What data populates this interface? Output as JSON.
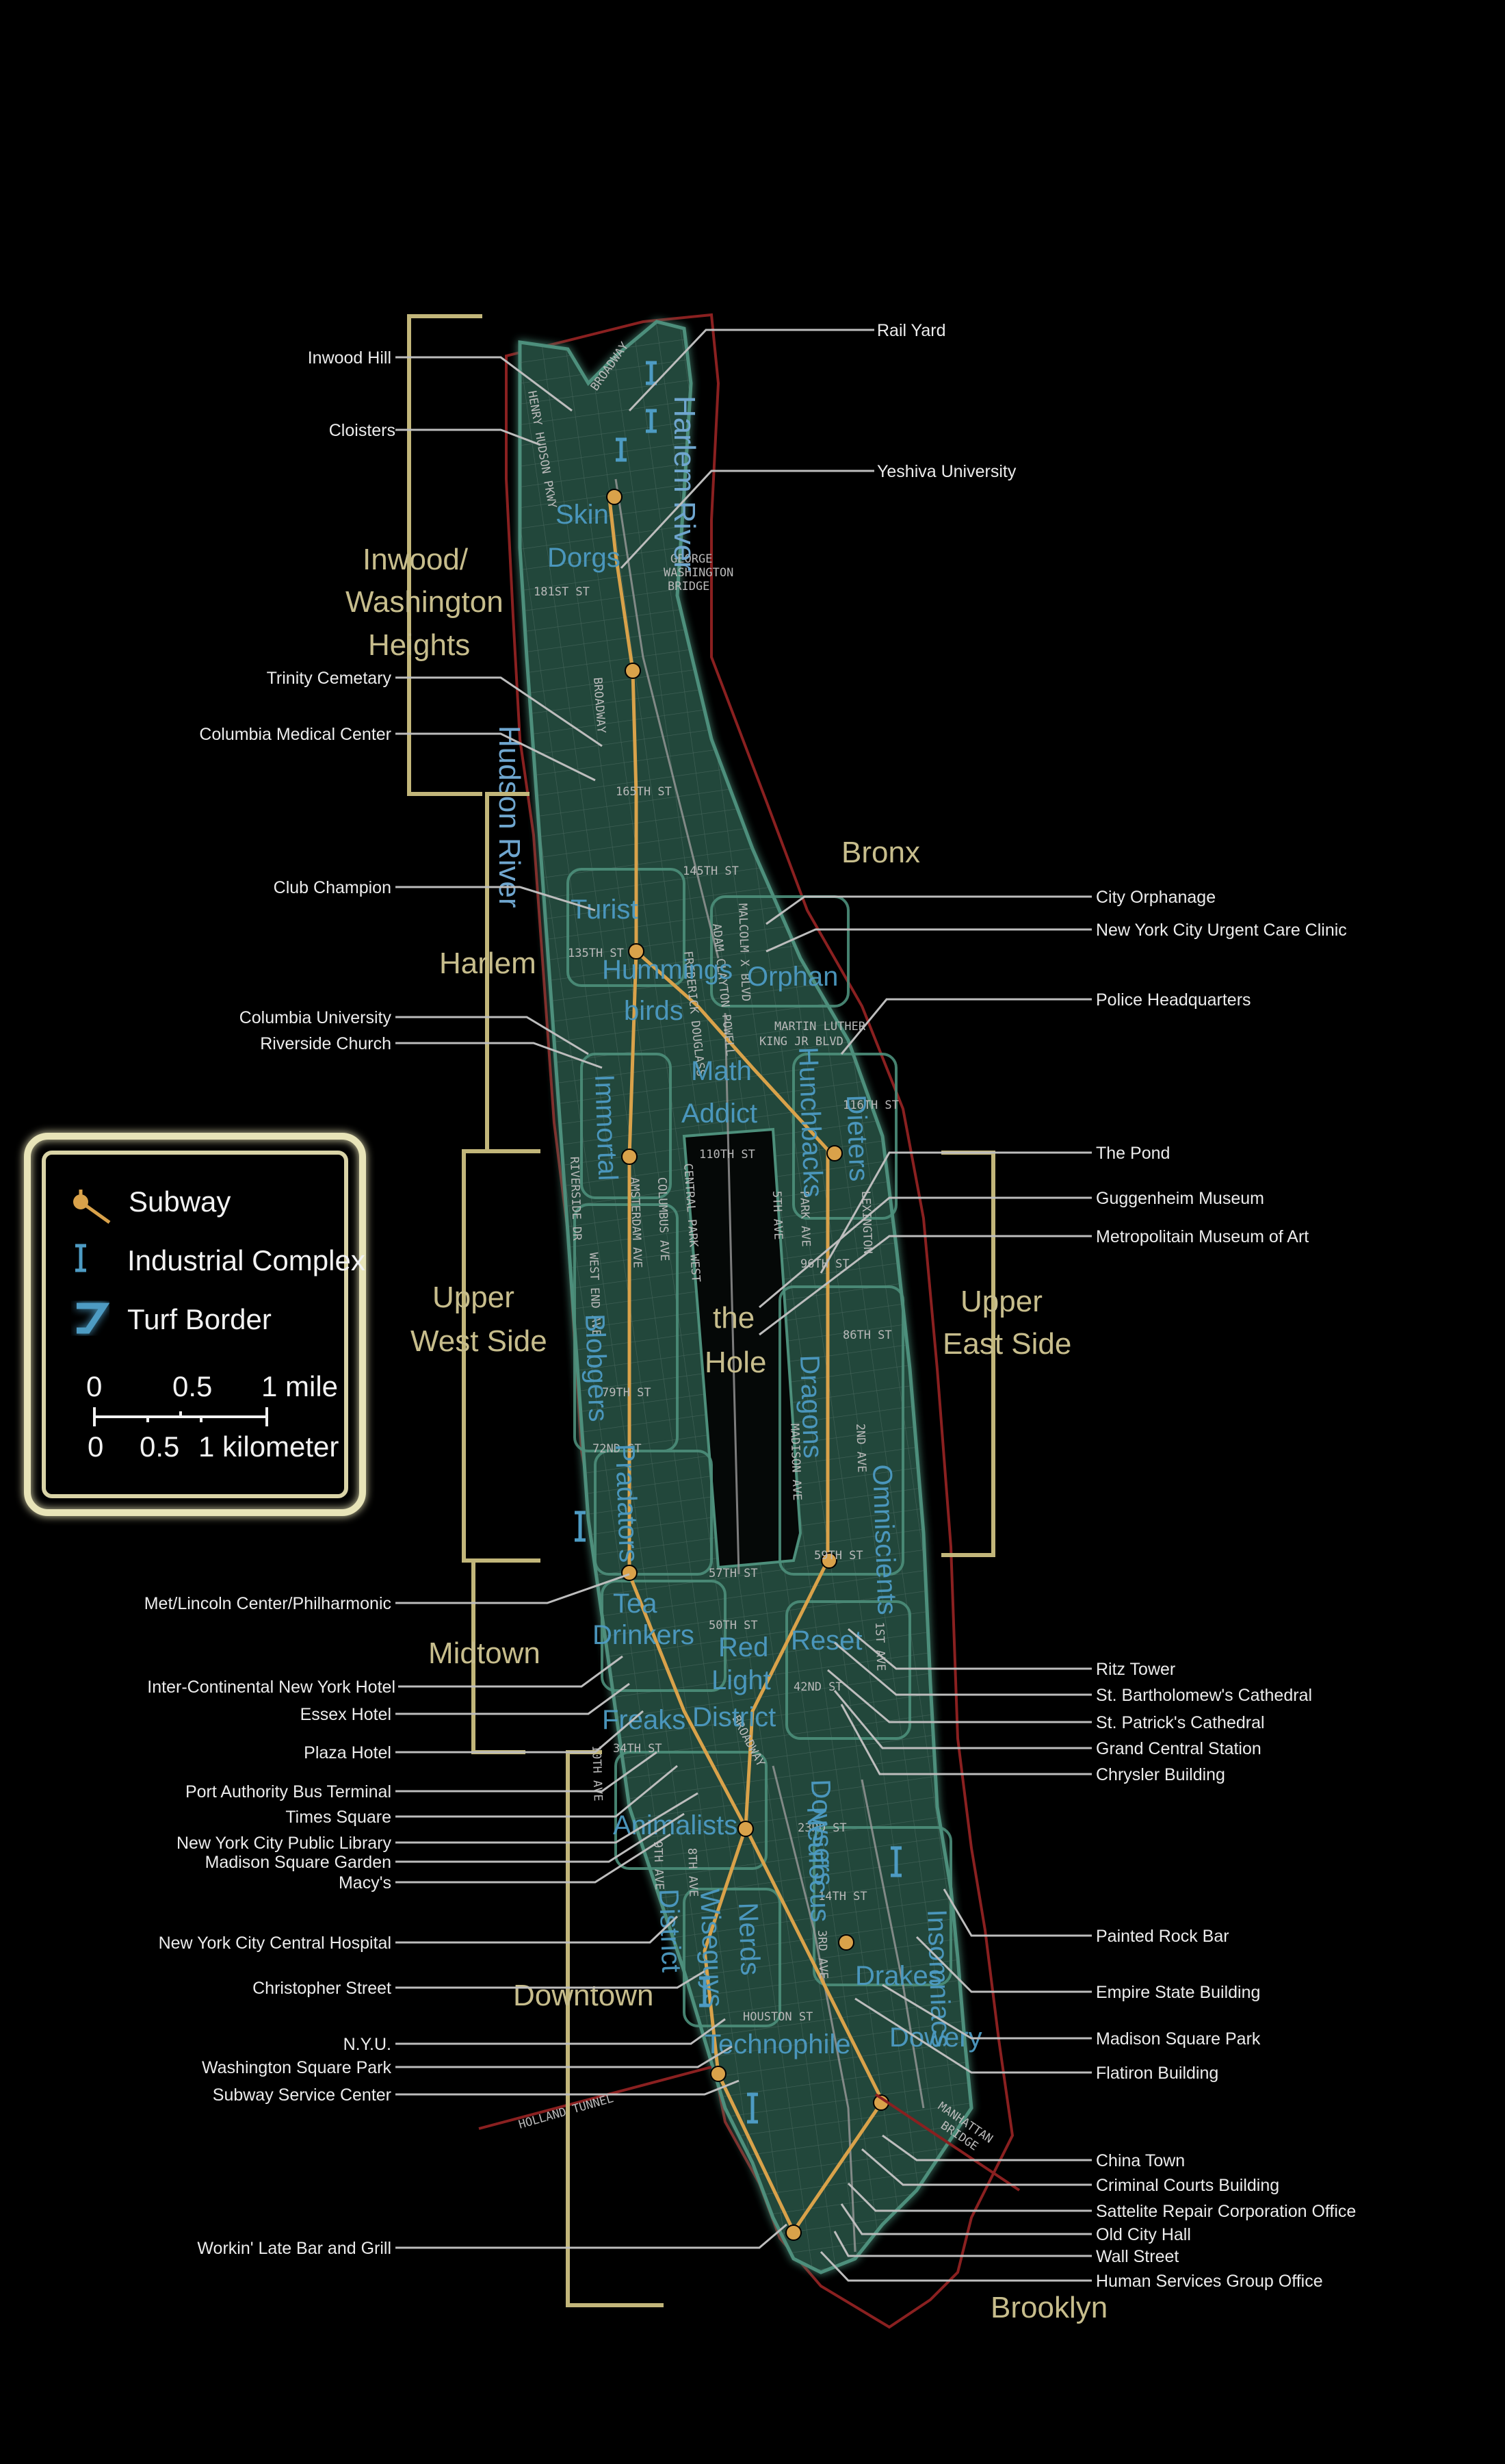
{
  "colors": {
    "background": "#000000",
    "land": "#22463a",
    "turf_border": "#4d8f7b",
    "district_label": "#4d9bc3",
    "region_label": "#c7bd8c",
    "subway": "#d9a24a",
    "leader": "#bdbdbd",
    "coastline": "#8a2020"
  },
  "rivers": [
    "Harlem River",
    "Hudson River"
  ],
  "boroughs": [
    "Bronx",
    "Brooklyn"
  ],
  "regions": [
    "Inwood/",
    "Washington",
    "Heights",
    "Harlem",
    "Upper",
    "West Side",
    "Midtown",
    "Downtown",
    "the",
    "Hole",
    "Upper",
    "East Side"
  ],
  "districts": [
    "Skin",
    "Dorgs",
    "Turist",
    "Hummings",
    "birds",
    "Orphan",
    "Math",
    "Addict",
    "Immortal",
    "Hunchbacks",
    "Dieters",
    "Blobgers",
    "Pradators",
    "Tea",
    "Drinkers",
    "Red",
    "Light",
    "District",
    "Reset",
    "Freaks",
    "Animalists",
    "Wiseguys",
    "Drakes",
    "Dowery",
    "Dowsers",
    "Nerds",
    "Insomniacs",
    "District",
    "Technophile",
    "Dragons",
    "Omniscients",
    "Neufocus"
  ],
  "streets": [
    "BROADWAY",
    "HENRY HUDSON PKWY",
    "181ST ST",
    "GEORGE",
    "WASHINGTON",
    "BRIDGE",
    "BROADWAY",
    "165TH ST",
    "145TH ST",
    "135TH ST",
    "MALCOLM X BLVD",
    "ADAM CLAYTON POWELL",
    "FREDERICK DOUGLASS",
    "MARTIN LUTHER",
    "KING JR BLVD",
    "116TH ST",
    "110TH ST",
    "RIVERSIDE DR",
    "AMSTERDAM AVE",
    "COLUMBUS AVE",
    "CENTRAL PARK WEST",
    "WEST END AVE",
    "5TH AVE",
    "PARK AVE",
    "96TH ST",
    "LEXINGTON",
    "86TH ST",
    "79TH ST",
    "72ND ST",
    "MADISON AVE",
    "2ND AVE",
    "59TH ST",
    "57TH ST",
    "50TH ST",
    "42ND ST",
    "34TH ST",
    "10TH AVE",
    "BROADWAY",
    "23RD ST",
    "14TH ST",
    "8TH AVE",
    "9TH AVE",
    "HOUSTON ST",
    "HOLLAND TUNNEL",
    "MANHATTAN",
    "BRIDGE",
    "3RD AVE",
    "1ST AVE"
  ],
  "left_labels": [
    "Inwood Hill",
    "Cloisters",
    "Trinity Cemetary",
    "Columbia Medical Center",
    "Club Champion",
    "Columbia University",
    "Riverside Church",
    "Met/Lincoln Center/Philharmonic",
    "Inter-Continental New York Hotel",
    "Essex Hotel",
    "Plaza Hotel",
    "Port Authority Bus Terminal",
    "Times Square",
    "New York City Public Library",
    "Madison Square Garden",
    "Macy's",
    "New York City Central Hospital",
    "Christopher Street",
    "N.Y.U.",
    "Washington Square Park",
    "Subway Service Center",
    "Workin' Late Bar and Grill"
  ],
  "right_labels": [
    "Rail Yard",
    "Yeshiva University",
    "City Orphanage",
    "New York City Urgent Care Clinic",
    "Police Headquarters",
    "The Pond",
    "Guggenheim Museum",
    "Metropolitain Museum of Art",
    "Ritz Tower",
    "St. Bartholomew's Cathedral",
    "St. Patrick's Cathedral",
    "Grand Central Station",
    "Chrysler Building",
    "Painted Rock Bar",
    "Empire State Building",
    "Madison Square Park",
    "Flatiron Building",
    "China Town",
    "Criminal Courts Building",
    "Sattelite Repair Corporation Office",
    "Old City Hall",
    "Wall Street",
    "Human Services Group Office"
  ],
  "legend": {
    "subway": "Subway",
    "industrial": "Industrial Complex",
    "turf": "Turf Border",
    "miles_ticks": [
      "0",
      "0.5",
      "1 mile"
    ],
    "km_ticks": [
      "0",
      "0.5",
      "1 kilometer"
    ]
  }
}
